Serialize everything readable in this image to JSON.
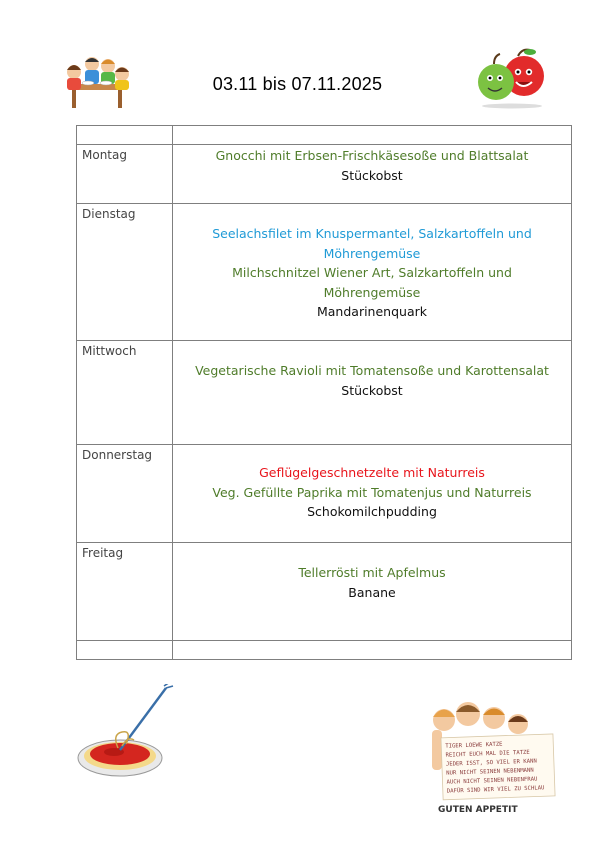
{
  "header": {
    "title": "03.11 bis 07.11.2025"
  },
  "menu": {
    "rows": [
      {
        "day": "Montag",
        "lines": [
          "Gnocchi mit Erbsen-Frischkäsesoße und Blattsalat",
          "Stückobst"
        ]
      },
      {
        "day": "Dienstag",
        "lines": [
          "Seelachsfilet im Knuspermantel, Salzkartoffeln und",
          "Möhrengemüse",
          "Milchschnitzel Wiener Art, Salzkartoffeln und",
          "Möhrengemüse",
          "Mandarinenquark"
        ]
      },
      {
        "day": "Mittwoch",
        "lines": [
          "Vegetarische Ravioli mit Tomatensoße und Karottensalat",
          "Stückobst"
        ]
      },
      {
        "day": "Donnerstag",
        "lines": [
          "Geflügelgeschnetzelte mit Naturreis",
          "Veg. Gefüllte Paprika mit Tomatenjus und Naturreis",
          "Schokomilchpudding"
        ]
      },
      {
        "day": "Freitag",
        "lines": [
          "Tellerrösti mit Apfelmus",
          "Banane"
        ]
      }
    ]
  },
  "sign": {
    "lines": [
      "TIGER  LOEWE  KATZE",
      "REICHT EUCH MAL DIE TATZE",
      "JEDER ISST, SO VIEL ER KANN",
      "NUR NICHT SEINEN NEBENMANN",
      "AUCH NICHT SEINEN NEBENFRAU",
      "DAFÜR SIND WIR VIEL ZU SCHLAU"
    ],
    "footer": "GUTEN APPETIT"
  },
  "colors": {
    "green": "#4f7c2a",
    "blue": "#1f9ad6",
    "red": "#e8141b",
    "border": "#7f7f7f"
  }
}
